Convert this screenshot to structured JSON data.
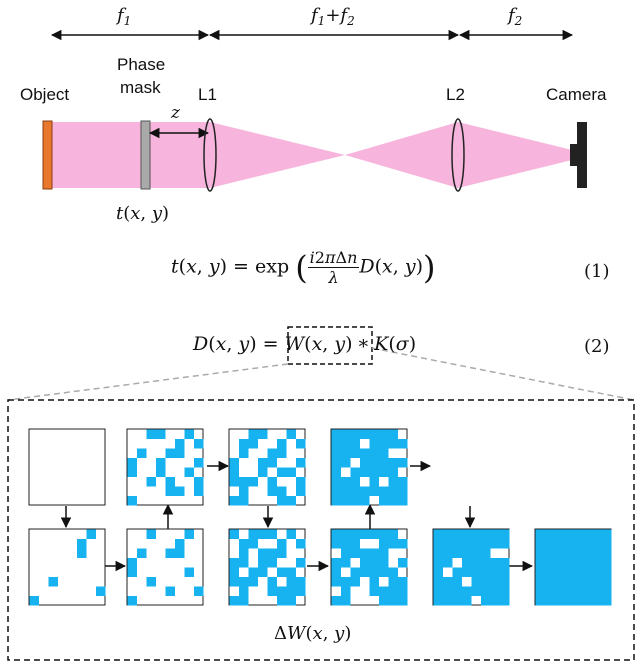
{
  "distances": {
    "f1": "f1",
    "f1f2": "f1+f2",
    "f2": "f2"
  },
  "labels": {
    "object": "Object",
    "phase_mask_line1": "Phase",
    "phase_mask_line2": "mask",
    "lens1": "L1",
    "lens2": "L2",
    "camera": "Camera",
    "z": "z",
    "mask_function": "t(x, y)"
  },
  "equations": {
    "eq1_number": "(1)",
    "eq2_number": "(2)"
  },
  "inset": {
    "caption": "ΔW(x, y)",
    "fill_color": "#16b3f0",
    "grid_size": 8,
    "panels": [
      {
        "fill_fraction": 0.0
      },
      {
        "fill_fraction": 0.1
      },
      {
        "fill_fraction": 0.21
      },
      {
        "fill_fraction": 0.33
      },
      {
        "fill_fraction": 0.48
      },
      {
        "fill_fraction": 0.59
      },
      {
        "fill_fraction": 0.72
      },
      {
        "fill_fraction": 0.84
      },
      {
        "fill_fraction": 1.0
      }
    ]
  },
  "colors": {
    "beam": "#f7b4dc",
    "object": "#e8782e",
    "mask": "#9c9c9c",
    "camera": "#222222"
  }
}
